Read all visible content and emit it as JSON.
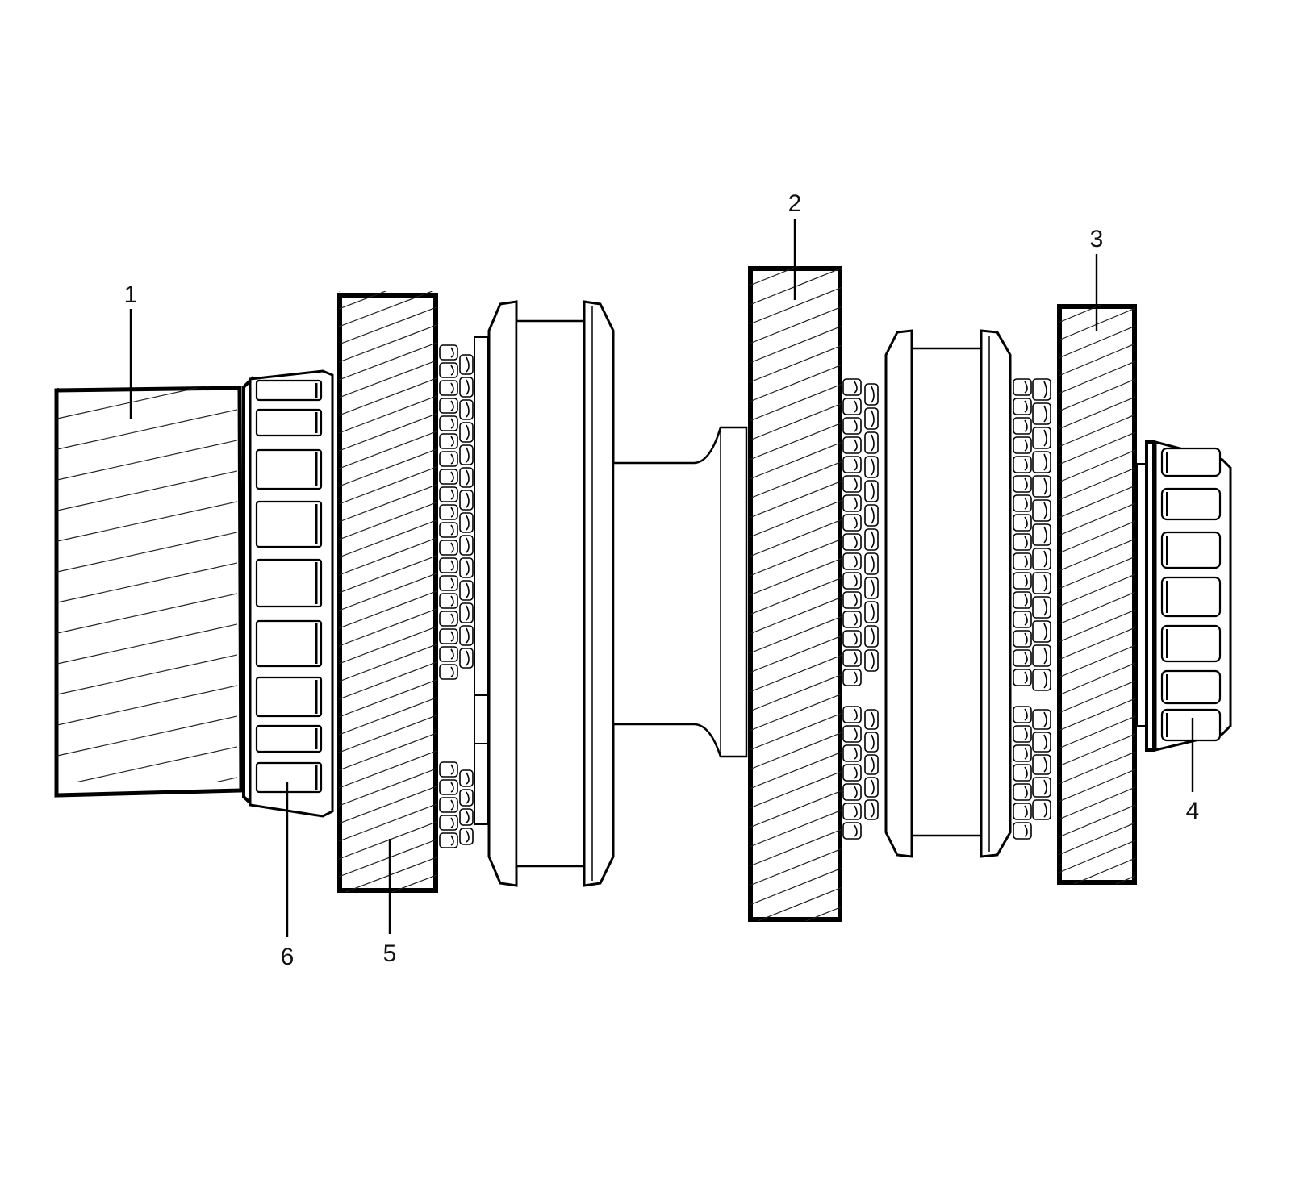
{
  "diagram": {
    "callouts": [
      {
        "id": "1",
        "label": "1"
      },
      {
        "id": "2",
        "label": "2"
      },
      {
        "id": "3",
        "label": "3"
      },
      {
        "id": "4",
        "label": "4"
      },
      {
        "id": "5",
        "label": "5"
      },
      {
        "id": "6",
        "label": "6"
      }
    ],
    "colors": {
      "line": "#000000",
      "fill": "#ffffff"
    }
  }
}
